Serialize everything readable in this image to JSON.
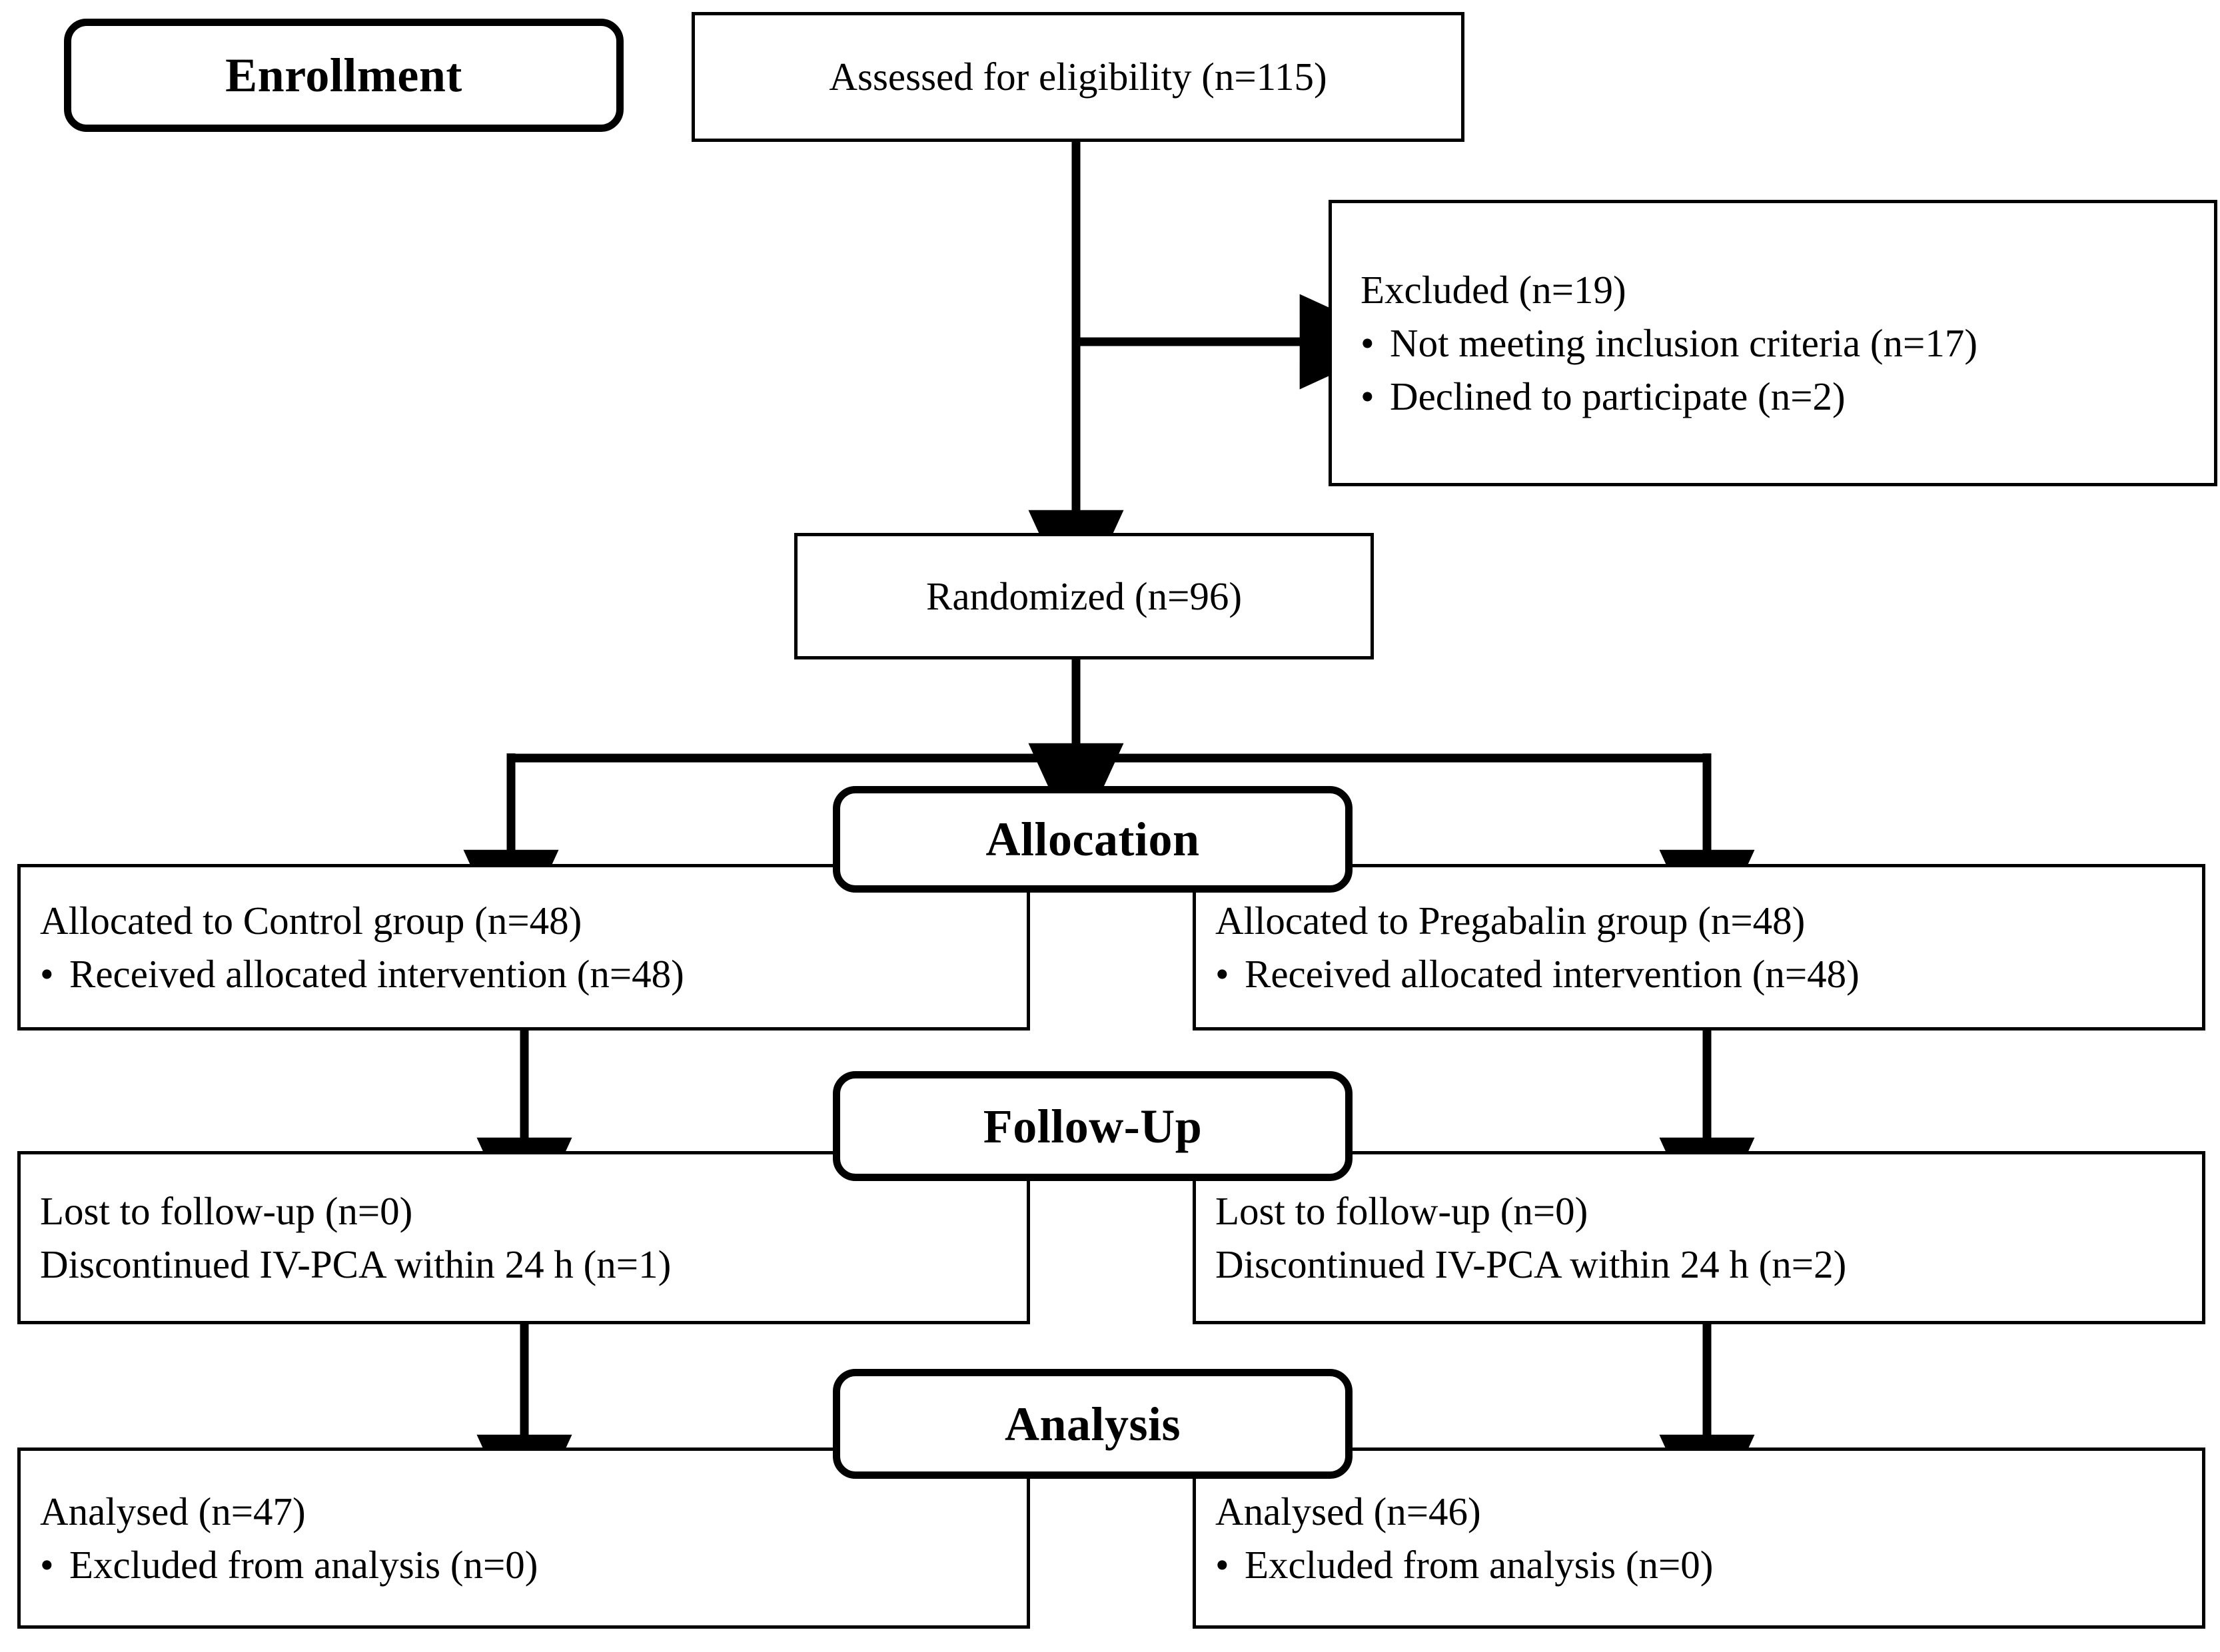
{
  "diagram": {
    "type": "consort-flow-diagram",
    "title": "CONSORT participant flow",
    "stages": [
      {
        "id": "enrollment",
        "label": "Enrollment"
      },
      {
        "id": "allocation",
        "label": "Allocation"
      },
      {
        "id": "followup",
        "label": "Follow-Up"
      },
      {
        "id": "analysis",
        "label": "Analysis"
      }
    ],
    "nodes": {
      "assessed": {
        "name": "assessed-for-eligibility",
        "lines": [
          {
            "text": "Assessed for eligibility (n=115)",
            "bullet": false
          }
        ]
      },
      "excluded": {
        "name": "excluded",
        "lines": [
          {
            "text": "Excluded (n=19)",
            "bullet": false
          },
          {
            "text": "Not meeting inclusion criteria (n=17)",
            "bullet": true
          },
          {
            "text": "Declined to participate (n=2)",
            "bullet": true
          }
        ]
      },
      "randomized": {
        "name": "randomized",
        "lines": [
          {
            "text": "Randomized (n=96)",
            "bullet": false
          }
        ]
      },
      "alloc_left": {
        "name": "allocated-control",
        "lines": [
          {
            "text": "Allocated to Control group (n=48)",
            "bullet": false
          },
          {
            "text": "Received allocated intervention (n=48)",
            "bullet": true
          }
        ]
      },
      "alloc_right": {
        "name": "allocated-pregabalin",
        "lines": [
          {
            "text": "Allocated to Pregabalin group (n=48)",
            "bullet": false
          },
          {
            "text": "Received allocated intervention (n=48)",
            "bullet": true
          }
        ]
      },
      "follow_left": {
        "name": "followup-control",
        "lines": [
          {
            "text": "Lost to follow-up (n=0)",
            "bullet": false
          },
          {
            "text": "Discontinued IV-PCA within 24 h (n=1)",
            "bullet": false
          }
        ]
      },
      "follow_right": {
        "name": "followup-pregabalin",
        "lines": [
          {
            "text": "Lost to follow-up (n=0)",
            "bullet": false
          },
          {
            "text": "Discontinued IV-PCA within 24 h (n=2)",
            "bullet": false
          }
        ]
      },
      "analysis_left": {
        "name": "analysed-control",
        "lines": [
          {
            "text": "Analysed (n=47)",
            "bullet": false
          },
          {
            "text": "Excluded from analysis (n=0)",
            "bullet": true
          }
        ]
      },
      "analysis_right": {
        "name": "analysed-pregabalin",
        "lines": [
          {
            "text": "Analysed (n=46)",
            "bullet": false
          },
          {
            "text": "Excluded from analysis (n=0)",
            "bullet": true
          }
        ]
      }
    },
    "bullet_glyph": "•",
    "colors": {
      "stroke": "#000000",
      "fill": "#ffffff",
      "text": "#000000"
    },
    "counts": {
      "assessed": 115,
      "excluded_total": 19,
      "excluded_not_meeting": 17,
      "excluded_declined": 2,
      "randomized": 96,
      "control_allocated": 48,
      "control_received": 48,
      "pregabalin_allocated": 48,
      "pregabalin_received": 48,
      "control_lost": 0,
      "control_discontinued": 1,
      "pregabalin_lost": 0,
      "pregabalin_discontinued": 2,
      "control_analysed": 47,
      "control_excluded_analysis": 0,
      "pregabalin_analysed": 46,
      "pregabalin_excluded_analysis": 0
    }
  }
}
